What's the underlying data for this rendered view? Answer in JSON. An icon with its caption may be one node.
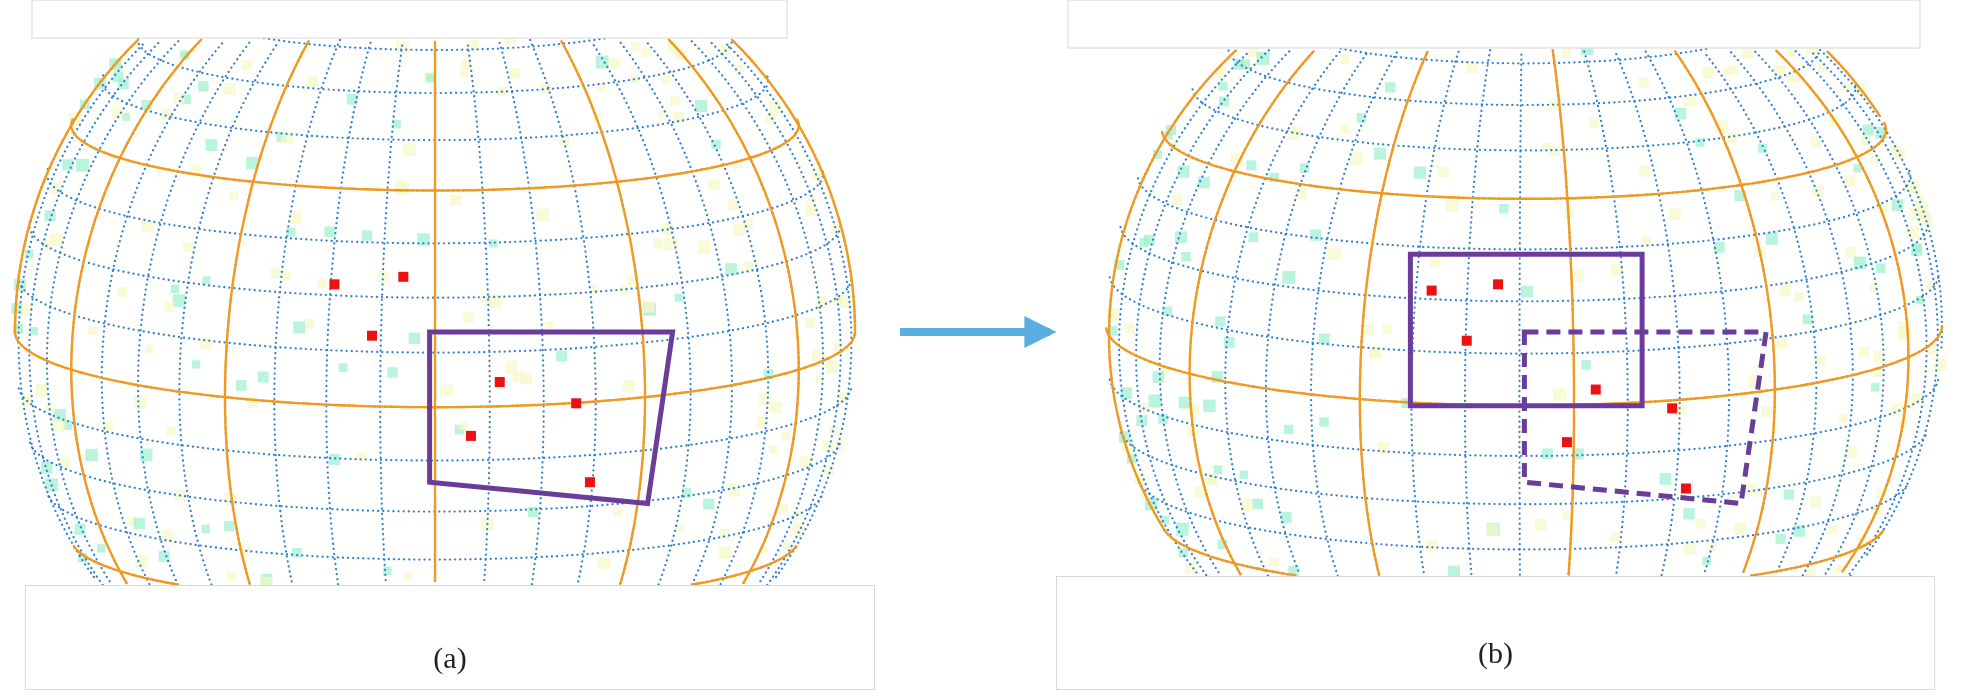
{
  "diagram": {
    "nodes": [
      {
        "text": [
          "(a)"
        ]
      },
      {
        "text": [
          "(b)"
        ]
      }
    ],
    "edges": [
      {
        "from": 0,
        "to": 1,
        "arrow": "to",
        "color": "#5aafe0"
      }
    ]
  }
}
